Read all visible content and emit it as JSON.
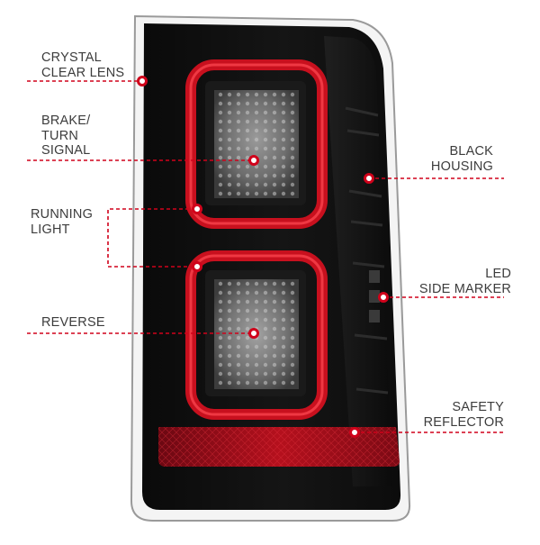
{
  "colors": {
    "accent": "#d0021b",
    "housing": "#121212",
    "text": "#3c3c3c"
  },
  "callouts": {
    "crystal_clear_lens": "CRYSTAL\nCLEAR LENS",
    "brake_turn_signal": "BRAKE/\nTURN\nSIGNAL",
    "running_light": "RUNNING\nLIGHT",
    "reverse": "REVERSE",
    "black_housing": "BLACK\nHOUSING",
    "led_side_marker": "LED\nSIDE MARKER",
    "safety_reflector": "SAFETY\nREFLECTOR"
  }
}
